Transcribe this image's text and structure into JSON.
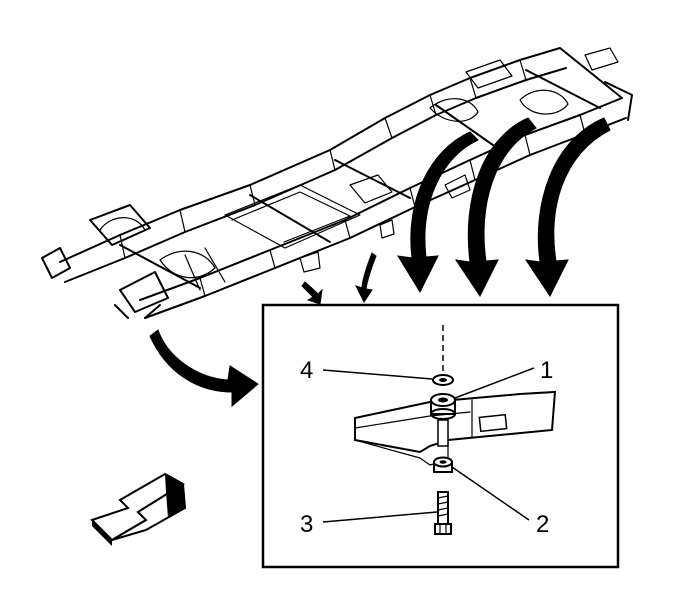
{
  "callouts": {
    "one": "1",
    "two": "2",
    "three": "3",
    "four": "4"
  },
  "colors": {
    "line": "#000000",
    "background": "#ffffff"
  }
}
